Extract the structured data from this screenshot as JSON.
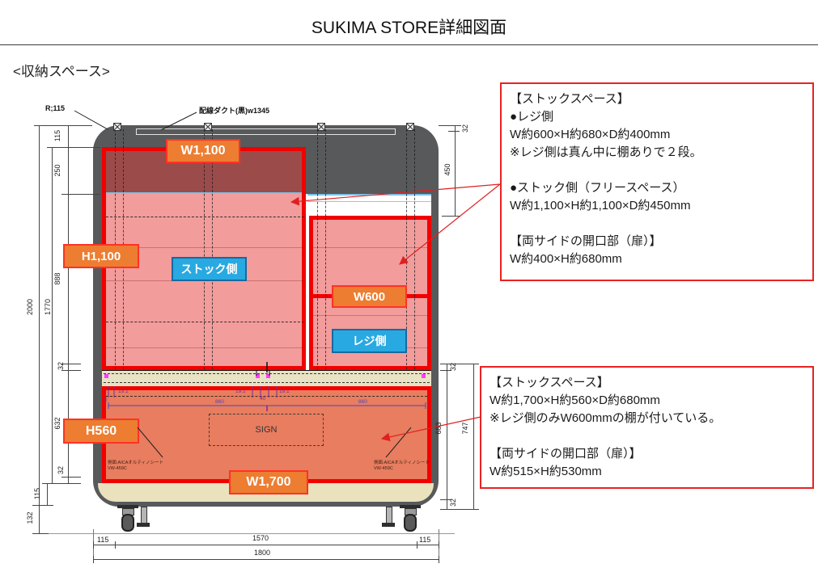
{
  "title": "SUKIMA STORE詳細図面",
  "section_heading": "<収納スペース>",
  "drawing": {
    "r115": "R;115",
    "duct_label": "配線ダクト(黒)w1345",
    "w1100": "W1,100",
    "h1100": "H1,100",
    "stock_side": "ストック側",
    "w600": "W600",
    "reji_side": "レジ側",
    "h560": "H560",
    "w1700": "W1,700",
    "sign": "SIGN",
    "side_note_1": "側面:AICAオルティノシート",
    "side_note_2": "VW-459C"
  },
  "dims": {
    "h_2000": "2000",
    "h_1770": "1770",
    "top_115": "115",
    "seg_250": "250",
    "seg_888": "888",
    "seg_32_upper": "32",
    "seg_632": "632",
    "seg_32_lower": "32",
    "bottom_115_left": "115",
    "ground_132": "132",
    "right_32_top": "32",
    "right_450": "450",
    "right_32_mid": "32",
    "right_683": "683",
    "right_747": "747",
    "right_32_bottom": "32",
    "base_115_l": "115",
    "base_1570": "1570",
    "base_115_r": "115",
    "base_1800": "1800",
    "p19_left": "19.1",
    "p0": "0",
    "p19_c1": "19.1",
    "p40": "40",
    "p19_c2": "19.1",
    "p860_l": "860",
    "p860_r": "860"
  },
  "annotation_upper": {
    "lines": [
      "【ストックスペース】",
      "●レジ側",
      "W約600×H約680×D約400mm",
      "※レジ側は真ん中に棚ありで２段。",
      "",
      "●ストック側（フリースペース）",
      "W約1,100×H約1,100×D約450mm",
      "",
      "【両サイドの開口部（扉）】",
      "W約400×H約680mm"
    ]
  },
  "annotation_lower": {
    "lines": [
      "【ストックスペース】",
      "W約1,700×H約560×D約680mm",
      "※レジ側のみW600mmの棚が付いている。",
      "",
      "【両サイドの開口部（扉）】",
      "W約515×H約530mm"
    ]
  },
  "colors": {
    "cabinet_gray": "#58595B",
    "region_border_red": "#F10000",
    "stock_pink": "#F29C9C",
    "stock_maroon": "#9C4B4B",
    "bottom_salmon": "#E87D5F",
    "divider_beige": "#E8E3C4",
    "base_beige": "#E9E2BD",
    "orange_label": "#ED7D31",
    "blue_label": "#29A9E1",
    "annotation_border": "#E82222",
    "dim_purple": "#7B2D8E",
    "dim_blue": "#4A48C0",
    "magenta_mark": "#FF3CFF"
  }
}
